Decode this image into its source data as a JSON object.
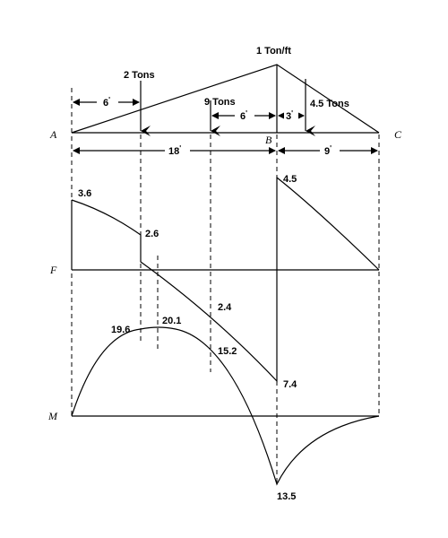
{
  "labels": {
    "load_intensity": "1 Ton/ft",
    "load_2": "2 Tons",
    "load_9": "9 Tons",
    "load_45": "4.5 Tons",
    "dim_6_left": "6",
    "dim_6_mid": "6",
    "dim_3": "3",
    "dim_18": "18",
    "dim_9": "9",
    "prime": "'",
    "point_a": "A",
    "point_b": "B",
    "point_c": "C",
    "axis_f": "F",
    "axis_m": "M",
    "shear_36": "3.6",
    "shear_26": "2.6",
    "shear_24": "2.4",
    "shear_74": "7.4",
    "shear_45": "4.5",
    "moment_196": "19.6",
    "moment_201": "20.1",
    "moment_152": "15.2",
    "moment_135": "13.5"
  },
  "beam": {
    "span_ab_ft": 18,
    "span_bc_ft": 9,
    "peak_intensity_ton_per_ft": 1
  },
  "point_loads": [
    {
      "label": "2 Tons",
      "position_ft": 6,
      "value": 2
    },
    {
      "label": "9 Tons",
      "position_ft": 12,
      "value": 9
    },
    {
      "label": "4.5 Tons",
      "position_ft": 21,
      "value": 4.5
    }
  ],
  "shear": {
    "A": 3.6,
    "left_of_2t": 2.6,
    "B_left": -7.4,
    "B_right": 4.5,
    "C": 0,
    "mid_label": -2.4
  },
  "moment": {
    "A": 0,
    "at_2t": 19.6,
    "max": 20.1,
    "at_9t": 15.2,
    "B": -13.5,
    "C": 0
  }
}
